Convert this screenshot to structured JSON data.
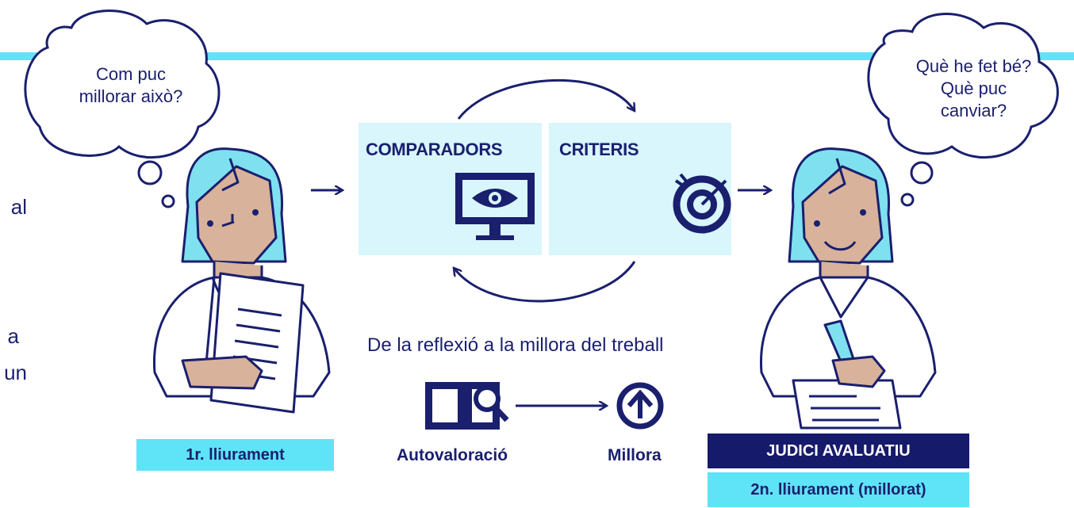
{
  "side_text": {
    "line1": "al",
    "line2": "a",
    "line3": "un"
  },
  "bubble_left": {
    "line1": "Com puc",
    "line2": "millorar això?"
  },
  "bubble_right": {
    "line1": "Què he fet bé?",
    "line2": "Què puc",
    "line3": "canviar?"
  },
  "panels": {
    "comparadors": "COMPARADORS",
    "criteris": "CRITERIS"
  },
  "caption": "De la reflexió a la millora del treball",
  "steps": {
    "self": "Autovaloració",
    "improve": "Millora"
  },
  "tags": {
    "first": "1r. lliurament",
    "judgement": "JUDICI AVALUATIU",
    "second": "2n. lliurament (millorat)"
  },
  "colors": {
    "navy": "#1a1f6e",
    "cyan": "#5fe3f7",
    "panel": "#d8f6fb",
    "skin": "#d8b29a",
    "hair": "#7fe0f0"
  }
}
